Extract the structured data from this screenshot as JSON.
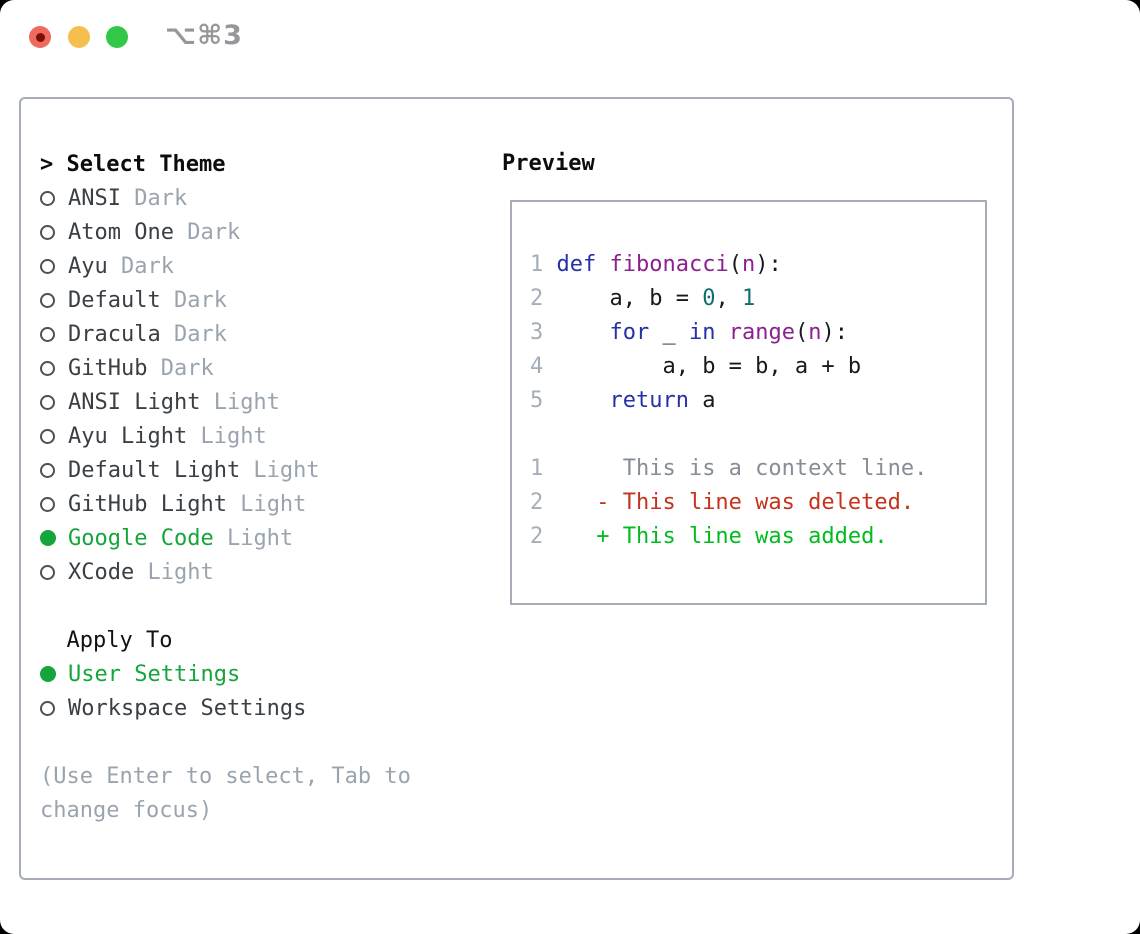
{
  "window": {
    "title": "⌥⌘3",
    "traffic_lights": [
      "close",
      "minimize",
      "zoom"
    ]
  },
  "theme_selector": {
    "prompt": ">",
    "title": "Select Theme",
    "items": [
      {
        "name": "ANSI",
        "variant": "Dark",
        "selected": false
      },
      {
        "name": "Atom One",
        "variant": "Dark",
        "selected": false
      },
      {
        "name": "Ayu",
        "variant": "Dark",
        "selected": false
      },
      {
        "name": "Default",
        "variant": "Dark",
        "selected": false
      },
      {
        "name": "Dracula",
        "variant": "Dark",
        "selected": false
      },
      {
        "name": "GitHub",
        "variant": "Dark",
        "selected": false
      },
      {
        "name": "ANSI Light",
        "variant": "Light",
        "selected": false
      },
      {
        "name": "Ayu Light",
        "variant": "Light",
        "selected": false
      },
      {
        "name": "Default Light",
        "variant": "Light",
        "selected": false
      },
      {
        "name": "GitHub Light",
        "variant": "Light",
        "selected": false
      },
      {
        "name": "Google Code",
        "variant": "Light",
        "selected": true
      },
      {
        "name": "XCode",
        "variant": "Light",
        "selected": false
      }
    ]
  },
  "apply_to": {
    "title": "Apply To",
    "options": [
      {
        "label": "User Settings",
        "selected": true
      },
      {
        "label": "Workspace Settings",
        "selected": false
      }
    ]
  },
  "help": {
    "line1": "(Use Enter to select, Tab to",
    "line2": "change focus)"
  },
  "preview": {
    "title": "Preview",
    "code_lines": [
      {
        "num": "1",
        "tokens": [
          {
            "t": "def",
            "c": "kw"
          },
          {
            "t": " ",
            "c": "pl"
          },
          {
            "t": "fibonacci",
            "c": "fn"
          },
          {
            "t": "(",
            "c": "pl"
          },
          {
            "t": "n",
            "c": "fn"
          },
          {
            "t": "):",
            "c": "pl"
          }
        ]
      },
      {
        "num": "2",
        "tokens": [
          {
            "t": "    a, b = ",
            "c": "pl"
          },
          {
            "t": "0",
            "c": "num"
          },
          {
            "t": ", ",
            "c": "pl"
          },
          {
            "t": "1",
            "c": "num"
          }
        ]
      },
      {
        "num": "3",
        "tokens": [
          {
            "t": "    ",
            "c": "pl"
          },
          {
            "t": "for",
            "c": "kw"
          },
          {
            "t": " _ ",
            "c": "pl"
          },
          {
            "t": "in",
            "c": "kw"
          },
          {
            "t": " ",
            "c": "pl"
          },
          {
            "t": "range",
            "c": "fn"
          },
          {
            "t": "(",
            "c": "pl"
          },
          {
            "t": "n",
            "c": "fn"
          },
          {
            "t": "):",
            "c": "pl"
          }
        ]
      },
      {
        "num": "4",
        "tokens": [
          {
            "t": "        a, b = b, a + b",
            "c": "pl"
          }
        ]
      },
      {
        "num": "5",
        "tokens": [
          {
            "t": "    ",
            "c": "pl"
          },
          {
            "t": "return",
            "c": "kw"
          },
          {
            "t": " a",
            "c": "pl"
          }
        ]
      }
    ],
    "diff_lines": [
      {
        "num": "1",
        "marker": " ",
        "text": "This is a context line.",
        "type": "context"
      },
      {
        "num": "2",
        "marker": "-",
        "text": "This line was deleted.",
        "type": "deleted"
      },
      {
        "num": "2",
        "marker": "+",
        "text": "This line was added.",
        "type": "added"
      }
    ]
  },
  "colors": {
    "tl-red": "#ed6a5e",
    "tl-red-dot": "#7d0e04",
    "tl-yellow": "#f5bf4f",
    "tl-green": "#33c748",
    "title-gray": "#96969b",
    "border-gray": "#a6adb7",
    "text-dark": "#3a3f45",
    "variant-gray": "#9aa4af",
    "select-green": "#16a53c",
    "help-gray": "#9aa4af",
    "circle-stroke": "#4d5157",
    "gutter": "#a4aeb9",
    "kw": "#2531a4",
    "fn": "#8c2190",
    "num": "#0e6e74",
    "plain": "#16191d",
    "context": "#868d95",
    "deleted": "#c5331d",
    "added": "#00bd1e"
  }
}
